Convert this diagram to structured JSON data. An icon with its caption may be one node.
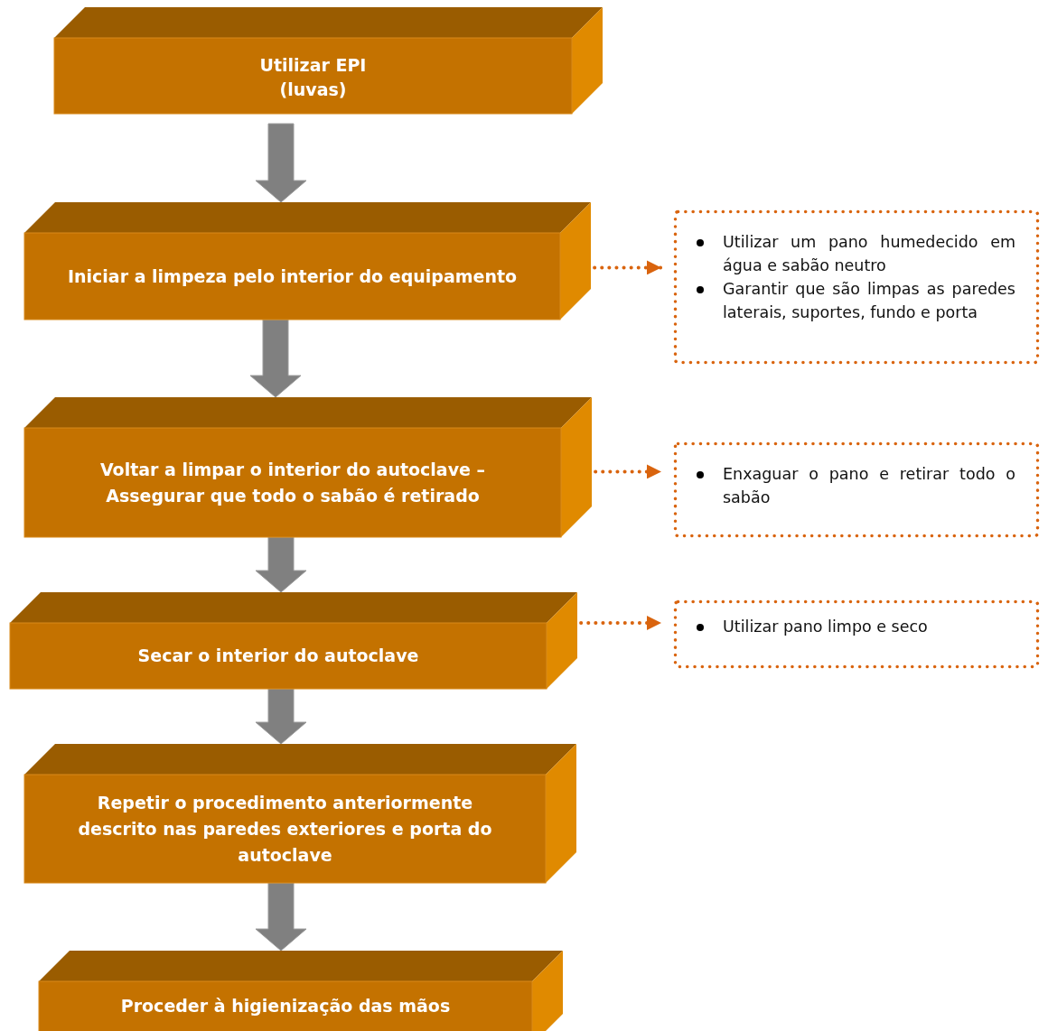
{
  "diagram": {
    "nodes": [
      {
        "text": [
          "Utilizar EPI",
          "(luvas)"
        ]
      },
      {
        "text": [
          "Iniciar a limpeza pelo interior do equipamento"
        ]
      },
      {
        "text": [
          "Voltar a limpar o interior do autoclave – Assegurar que todo o sabão é retirado"
        ]
      },
      {
        "text": [
          "Secar o interior do autoclave"
        ]
      },
      {
        "text": [
          "Repetir o procedimento anteriormente descrito nas paredes exteriores e porta do autoclave"
        ]
      },
      {
        "text": [
          "Proceder à higienização das mãos"
        ]
      },
      {
        "text": [
          "Utilizar um pano humedecido em água e sabão neutro",
          "Garantir que são limpas as paredes laterais, suportes, fundo e porta"
        ]
      },
      {
        "text": [
          "Enxaguar o pano e retirar todo o sabão"
        ]
      },
      {
        "text": [
          "Utilizar pano limpo e seco"
        ]
      }
    ],
    "edges": [
      {
        "from": 0,
        "to": 1,
        "arrow": "to"
      },
      {
        "from": 1,
        "to": 2,
        "arrow": "to"
      },
      {
        "from": 2,
        "to": 3,
        "arrow": "to"
      },
      {
        "from": 3,
        "to": 4,
        "arrow": "to"
      },
      {
        "from": 4,
        "to": 5,
        "arrow": "to"
      },
      {
        "from": 1,
        "to": 6,
        "arrow": "to",
        "style": "dashed",
        "color": "#d9640e"
      },
      {
        "from": 2,
        "to": 7,
        "arrow": "to",
        "style": "dashed",
        "color": "#d9640e"
      },
      {
        "from": 3,
        "to": 8,
        "arrow": "to",
        "style": "dashed",
        "color": "#d9640e"
      }
    ]
  }
}
